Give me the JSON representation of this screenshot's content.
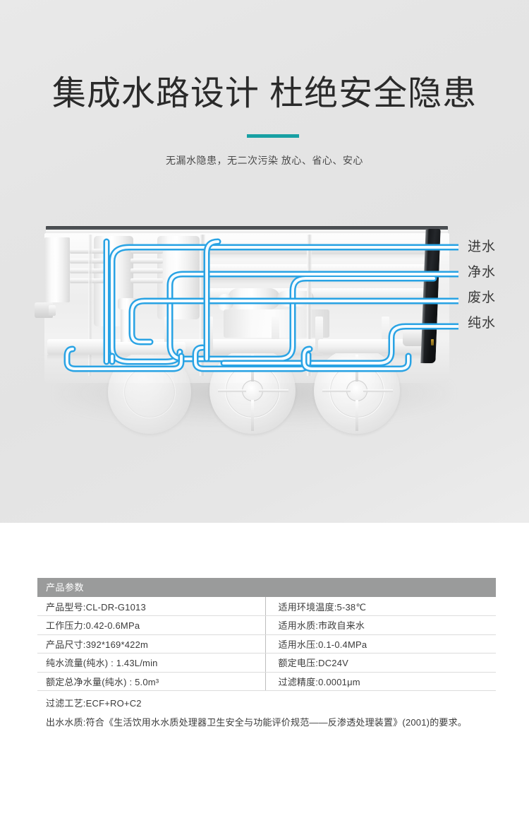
{
  "hero": {
    "title": "集成水路设计 杜绝安全隐患",
    "subtitle": "无漏水隐患，无二次污染  放心、省心、安心",
    "accent_color": "#18a0a3",
    "background_color": "#e5e5e5"
  },
  "product_diagram": {
    "name": "water-purifier-integrated-waterway",
    "pipe_color": "#29a3e4",
    "callouts": [
      {
        "label": "进水",
        "meaning": "inlet-water"
      },
      {
        "label": "净水",
        "meaning": "purified-water"
      },
      {
        "label": "废水",
        "meaning": "waste-water"
      },
      {
        "label": "纯水",
        "meaning": "pure-water"
      }
    ]
  },
  "spec_table": {
    "header": "产品参数",
    "header_color": "#9a9b9b",
    "rows": [
      {
        "left": "产品型号:CL-DR-G1013",
        "right": "适用环境温度:5-38℃"
      },
      {
        "left": "工作压力:0.42-0.6MPa",
        "right": "适用水质:市政自来水"
      },
      {
        "left": "产品尺寸:392*169*422m",
        "right": "适用水压:0.1-0.4MPa"
      },
      {
        "left": "纯水流量(纯水) : 1.43L/min",
        "right": "额定电压:DC24V"
      },
      {
        "left": "额定总净水量(纯水) : 5.0m³",
        "right": "过滤精度:0.0001μm"
      }
    ],
    "footnotes": [
      "过滤工艺:ECF+RO+C2",
      "出水水质:符合《生活饮用水水质处理器卫生安全与功能评价规范——反渗透处理装置》(2001)的要求。"
    ]
  }
}
